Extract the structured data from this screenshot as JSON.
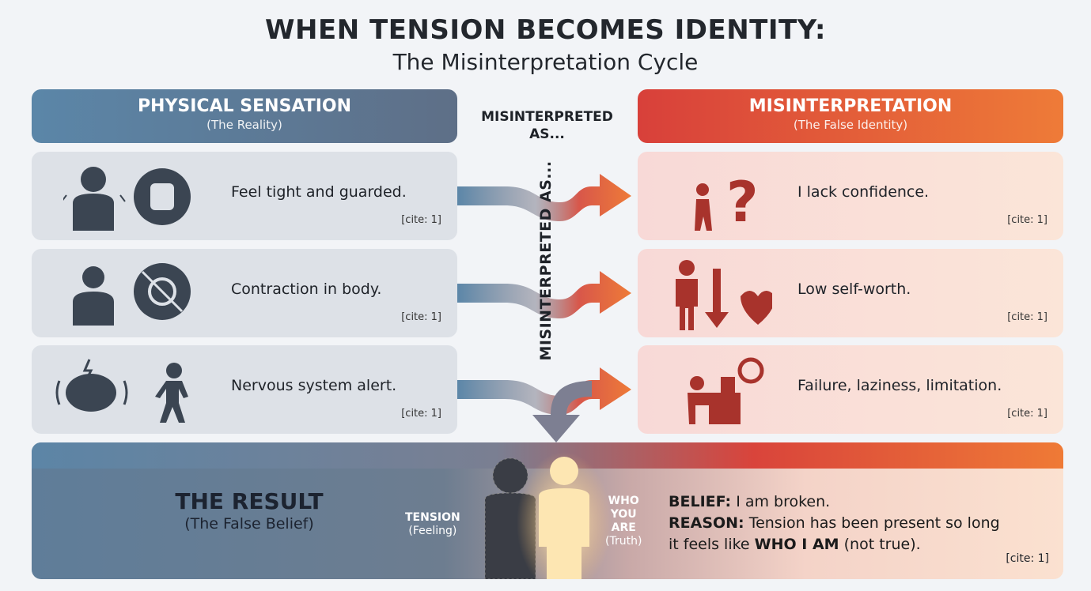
{
  "title": "WHEN TENSION BECOMES IDENTITY:",
  "subtitle": "The Misinterpretation Cycle",
  "left_header": {
    "title": "PHYSICAL SENSATION",
    "sub": "(The Reality)"
  },
  "right_header": {
    "title": "MISINTERPRETATION",
    "sub": "(The False Identity)"
  },
  "connector_label": "MISINTERPRETED AS...",
  "connector_vertical": "MISINTERPRETED AS...",
  "rows": [
    {
      "sensation": "Feel tight and guarded.",
      "sensation_cite": "[cite: 1]",
      "belief": "I lack confidence.",
      "belief_cite": "[cite: 1]"
    },
    {
      "sensation": "Contraction in body.",
      "sensation_cite": "[cite: 1]",
      "belief": "Low self-worth.",
      "belief_cite": "[cite: 1]"
    },
    {
      "sensation": "Nervous system alert.",
      "sensation_cite": "[cite: 1]",
      "belief": "Failure, laziness, limitation.",
      "belief_cite": "[cite: 1]"
    }
  ],
  "result": {
    "title": "THE RESULT",
    "sub": "(The False Belief)",
    "tension_label": "TENSION",
    "tension_sub": "(Feeling)",
    "who_label_1": "WHO",
    "who_label_2": "YOU",
    "who_label_3": "ARE",
    "who_sub": "(Truth)",
    "belief_label": "BELIEF:",
    "belief_text": " I am broken.",
    "reason_label": "REASON:",
    "reason_text": " Tension has been present so long",
    "reason_text2_a": "it feels like ",
    "reason_text2_b": "WHO I AM",
    "reason_text2_c": " (not true).",
    "cite": "[cite: 1]"
  },
  "colors": {
    "blue": "#5b86a8",
    "red": "#d8403a",
    "orange": "#ee7b38",
    "icon_dark": "#3b4552",
    "icon_red": "#a8332c"
  }
}
